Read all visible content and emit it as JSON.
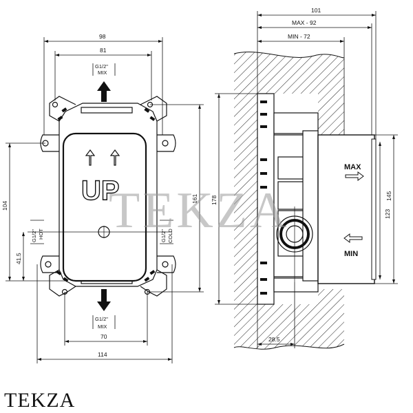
{
  "front_view": {
    "dim_top_overall": "98",
    "dim_top_inner": "81",
    "port_top": {
      "size": "G1/2\"",
      "label": "MIX"
    },
    "port_bottom": {
      "size": "G1/2\"",
      "label": "MIX"
    },
    "port_left": {
      "size": "G1/2\"",
      "label": "HOT"
    },
    "port_right": {
      "size": "G1/2\"",
      "label": "COLD"
    },
    "up_label": "UP",
    "dim_left_104": "104",
    "dim_left_41_5": "41.5",
    "dim_right_161": "161",
    "dim_bottom_70": "70",
    "dim_bottom_114": "114"
  },
  "side_view": {
    "dim_101": "101",
    "dim_max": "MAX - 92",
    "dim_min": "MIN - 72",
    "dim_178": "178",
    "dim_145": "145",
    "dim_123": "123",
    "dim_28_5": "28.5",
    "label_max": "MAX",
    "label_min": "MIN"
  },
  "watermark": "TEKZA",
  "brand": "TEKZA"
}
